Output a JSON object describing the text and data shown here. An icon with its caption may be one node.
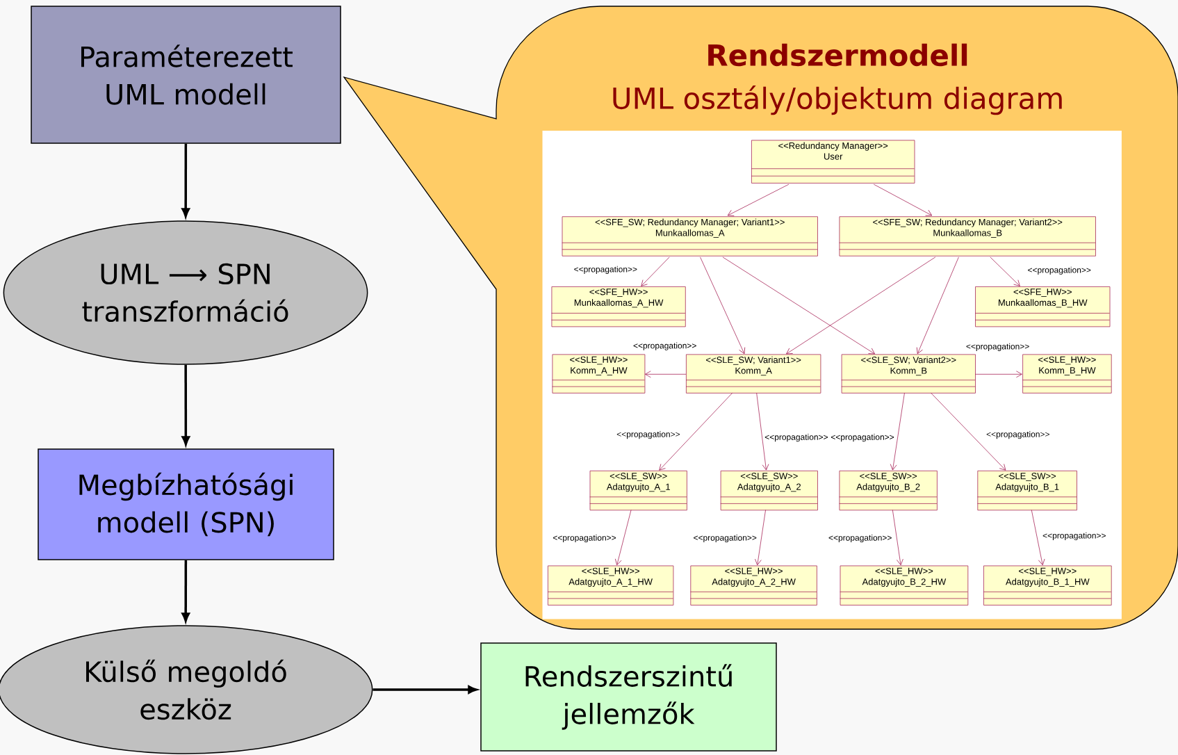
{
  "diagram": {
    "nodes": [
      {
        "text": [
          "Paraméterezett UML modell"
        ]
      },
      {
        "text": [
          "UML ⟶ SPN transzformáció"
        ]
      },
      {
        "text": [
          "Megbízhatósági modell (SPN)"
        ]
      },
      {
        "text": [
          "Külső megoldó eszköz"
        ]
      },
      {
        "text": [
          "Rendszerszintű jellemzők"
        ]
      },
      {
        "text": [
          "Rendszermodell",
          "UML osztály/objektum diagram"
        ]
      },
      {
        "text": [
          "<<Redundancy Manager>>",
          "User"
        ],
        "in": 5
      },
      {
        "text": [
          "<<SFE_SW; Redundancy Manager; Variant1>>",
          "Munkaallomas_A"
        ],
        "in": 5
      },
      {
        "text": [
          "<<SFE_SW; Redundancy Manager; Variant2>>",
          "Munkaallomas_B"
        ],
        "in": 5
      },
      {
        "text": [
          "<<SFE_HW>>",
          "Munkaallomas_A_HW"
        ],
        "in": 5
      },
      {
        "text": [
          "<<SFE_HW>>",
          "Munkaallomas_B_HW"
        ],
        "in": 5
      },
      {
        "text": [
          "<<SLE_HW>>",
          "Komm_A_HW"
        ],
        "in": 5
      },
      {
        "text": [
          "<<SLE_SW; Variant1>>",
          "Komm_A"
        ],
        "in": 5
      },
      {
        "text": [
          "<<SLE_SW; Variant2>>",
          "Komm_B"
        ],
        "in": 5
      },
      {
        "text": [
          "<<SLE_HW>>",
          "Komm_B_HW"
        ],
        "in": 5
      },
      {
        "text": [
          "<<SLE_SW>>",
          "Adatgyujto_A_1"
        ],
        "in": 5
      },
      {
        "text": [
          "<<SLE_SW>>",
          "Adatgyujto_A_2"
        ],
        "in": 5
      },
      {
        "text": [
          "<<SLE_SW>>",
          "Adatgyujto_B_2"
        ],
        "in": 5
      },
      {
        "text": [
          "<<SLE_SW>>",
          "Adatgyujto_B_1"
        ],
        "in": 5
      },
      {
        "text": [
          "<<SLE_HW>>",
          "Adatgyujto_A_1_HW"
        ],
        "in": 5
      },
      {
        "text": [
          "<<SLE_HW>>",
          "Adatgyujto_A_2_HW"
        ],
        "in": 5
      },
      {
        "text": [
          "<<SLE_HW>>",
          "Adatgyujto_B_2_HW"
        ],
        "in": 5
      },
      {
        "text": [
          "<<SLE_HW>>",
          "Adatgyujto_B_1_HW"
        ],
        "in": 5
      }
    ],
    "edges": [
      {
        "from": 0,
        "to": 1,
        "arrow": "to",
        "style": "thick",
        "color": "#000000"
      },
      {
        "from": 1,
        "to": 2,
        "arrow": "to",
        "style": "thick",
        "color": "#000000"
      },
      {
        "from": 2,
        "to": 3,
        "arrow": "to",
        "style": "thick",
        "color": "#000000"
      },
      {
        "from": 3,
        "to": 4,
        "arrow": "to",
        "style": "thick",
        "color": "#000000"
      },
      {
        "from": 6,
        "to": 7,
        "arrow": "to"
      },
      {
        "from": 6,
        "to": 8,
        "arrow": "to"
      },
      {
        "from": 7,
        "to": 9,
        "arrow": "to",
        "label": "<<propagation>>"
      },
      {
        "from": 8,
        "to": 10,
        "arrow": "to",
        "label": "<<propagation>>"
      },
      {
        "from": 7,
        "to": 12,
        "arrow": "to"
      },
      {
        "from": 7,
        "to": 13,
        "arrow": "to"
      },
      {
        "from": 8,
        "to": 12,
        "arrow": "to"
      },
      {
        "from": 8,
        "to": 13,
        "arrow": "to"
      },
      {
        "from": 12,
        "to": 11,
        "arrow": "to",
        "label": "<<propagation>>"
      },
      {
        "from": 13,
        "to": 14,
        "arrow": "to",
        "label": "<<propagation>>"
      },
      {
        "from": 12,
        "to": 15,
        "arrow": "to",
        "label": "<<propagation>>"
      },
      {
        "from": 12,
        "to": 16,
        "arrow": "to",
        "label": "<<propagation>>"
      },
      {
        "from": 13,
        "to": 17,
        "arrow": "to",
        "label": "<<propagation>>"
      },
      {
        "from": 13,
        "to": 18,
        "arrow": "to",
        "label": "<<propagation>>"
      },
      {
        "from": 15,
        "to": 19,
        "arrow": "to",
        "label": "<<propagation>>"
      },
      {
        "from": 16,
        "to": 20,
        "arrow": "to",
        "label": "<<propagation>>"
      },
      {
        "from": 17,
        "to": 21,
        "arrow": "to",
        "label": "<<propagation>>"
      },
      {
        "from": 18,
        "to": 22,
        "arrow": "to",
        "label": "<<propagation>>"
      }
    ]
  }
}
